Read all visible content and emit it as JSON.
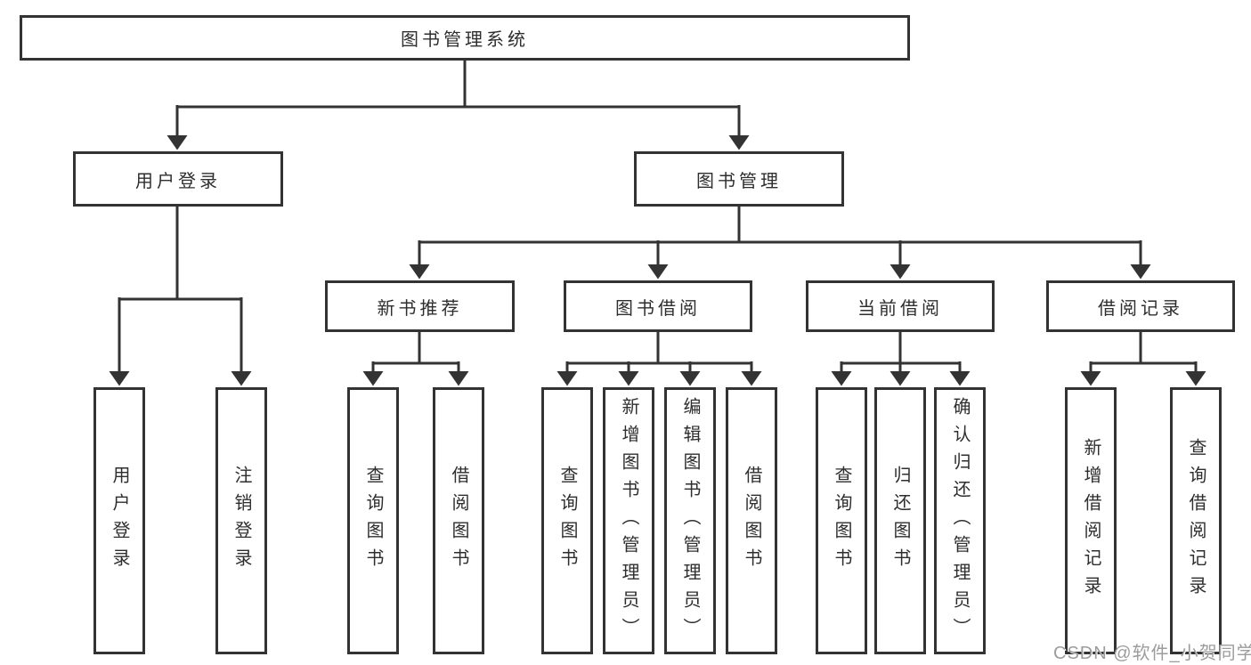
{
  "tree": {
    "root": {
      "label": "图书管理系统"
    },
    "user_login": {
      "label": "用户登录",
      "children": [
        {
          "label": "用户登录"
        },
        {
          "label": "注销登录"
        }
      ]
    },
    "book_mgmt": {
      "label": "图书管理",
      "groups": [
        {
          "label": "新书推荐",
          "children": [
            {
              "label": "查询图书"
            },
            {
              "label": "借阅图书"
            }
          ]
        },
        {
          "label": "图书借阅",
          "children": [
            {
              "label": "查询图书"
            },
            {
              "label": "新增图书（管理员）"
            },
            {
              "label": "编辑图书（管理员）"
            },
            {
              "label": "借阅图书"
            }
          ]
        },
        {
          "label": "当前借阅",
          "children": [
            {
              "label": "查询图书"
            },
            {
              "label": "归还图书"
            },
            {
              "label": "确认归还（管理员）"
            }
          ]
        },
        {
          "label": "借阅记录",
          "children": [
            {
              "label": "新增借阅记录"
            },
            {
              "label": "查询借阅记录"
            }
          ]
        }
      ]
    }
  },
  "watermark": {
    "text": "CSDN @软件_小贺同学"
  },
  "colors": {
    "line": "#333333",
    "box_border": "#333333",
    "box_fill": "#ffffff",
    "text": "#2e2e2e",
    "watermark": "#9c9c9c"
  }
}
